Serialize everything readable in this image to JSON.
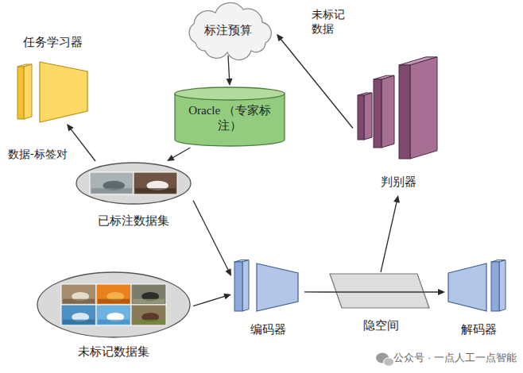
{
  "diagram": {
    "nodes": [
      {
        "text": [
          "标注预算"
        ]
      },
      {
        "text": [
          "Oracle （专家标注）"
        ]
      },
      {
        "text": [
          "任务学习器"
        ]
      },
      {
        "text": [
          "已标注数据集"
        ]
      },
      {
        "text": [
          "判别器"
        ]
      },
      {
        "text": [
          "未标记数据集"
        ]
      },
      {
        "text": [
          "编码器"
        ]
      },
      {
        "text": [
          "隐空间"
        ]
      },
      {
        "text": [
          "解码器"
        ]
      }
    ],
    "edges": [
      {
        "from": 4,
        "to": 0,
        "arrow": "to",
        "label": "未标记 数据"
      },
      {
        "from": 0,
        "to": 1,
        "arrow": "to"
      },
      {
        "from": 1,
        "to": 3,
        "arrow": "to"
      },
      {
        "from": 3,
        "to": 2,
        "arrow": "to",
        "label": "数据-标签对"
      },
      {
        "from": 3,
        "to": 6,
        "arrow": "to"
      },
      {
        "from": 5,
        "to": 6,
        "arrow": "to"
      },
      {
        "from": 6,
        "to": 7,
        "arrow": "none"
      },
      {
        "from": 7,
        "to": 8,
        "arrow": "to"
      },
      {
        "from": 7,
        "to": 4,
        "arrow": "to"
      }
    ],
    "labels": [
      "公众号 · 一点人工一点智能"
    ]
  }
}
